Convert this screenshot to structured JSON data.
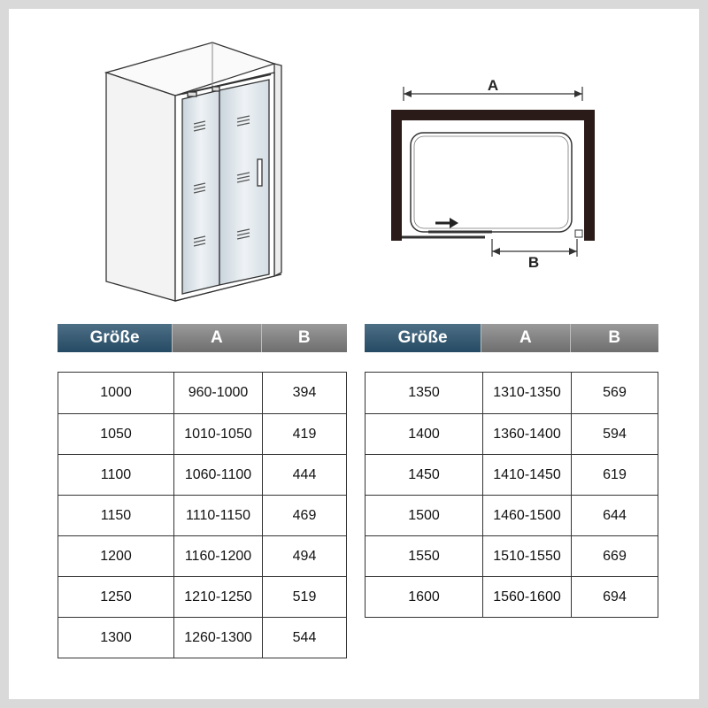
{
  "diagram": {
    "label_a": "A",
    "label_b": "B"
  },
  "tables": [
    {
      "headers": [
        "Größe",
        "A",
        "B"
      ],
      "rows": [
        [
          "1000",
          "960-1000",
          "394"
        ],
        [
          "1050",
          "1010-1050",
          "419"
        ],
        [
          "1100",
          "1060-1100",
          "444"
        ],
        [
          "1150",
          "1110-1150",
          "469"
        ],
        [
          "1200",
          "1160-1200",
          "494"
        ],
        [
          "1250",
          "1210-1250",
          "519"
        ],
        [
          "1300",
          "1260-1300",
          "544"
        ]
      ]
    },
    {
      "headers": [
        "Größe",
        "A",
        "B"
      ],
      "rows": [
        [
          "1350",
          "1310-1350",
          "569"
        ],
        [
          "1400",
          "1360-1400",
          "594"
        ],
        [
          "1450",
          "1410-1450",
          "619"
        ],
        [
          "1500",
          "1460-1500",
          "644"
        ],
        [
          "1550",
          "1510-1550",
          "669"
        ],
        [
          "1600",
          "1560-1600",
          "694"
        ]
      ]
    }
  ]
}
